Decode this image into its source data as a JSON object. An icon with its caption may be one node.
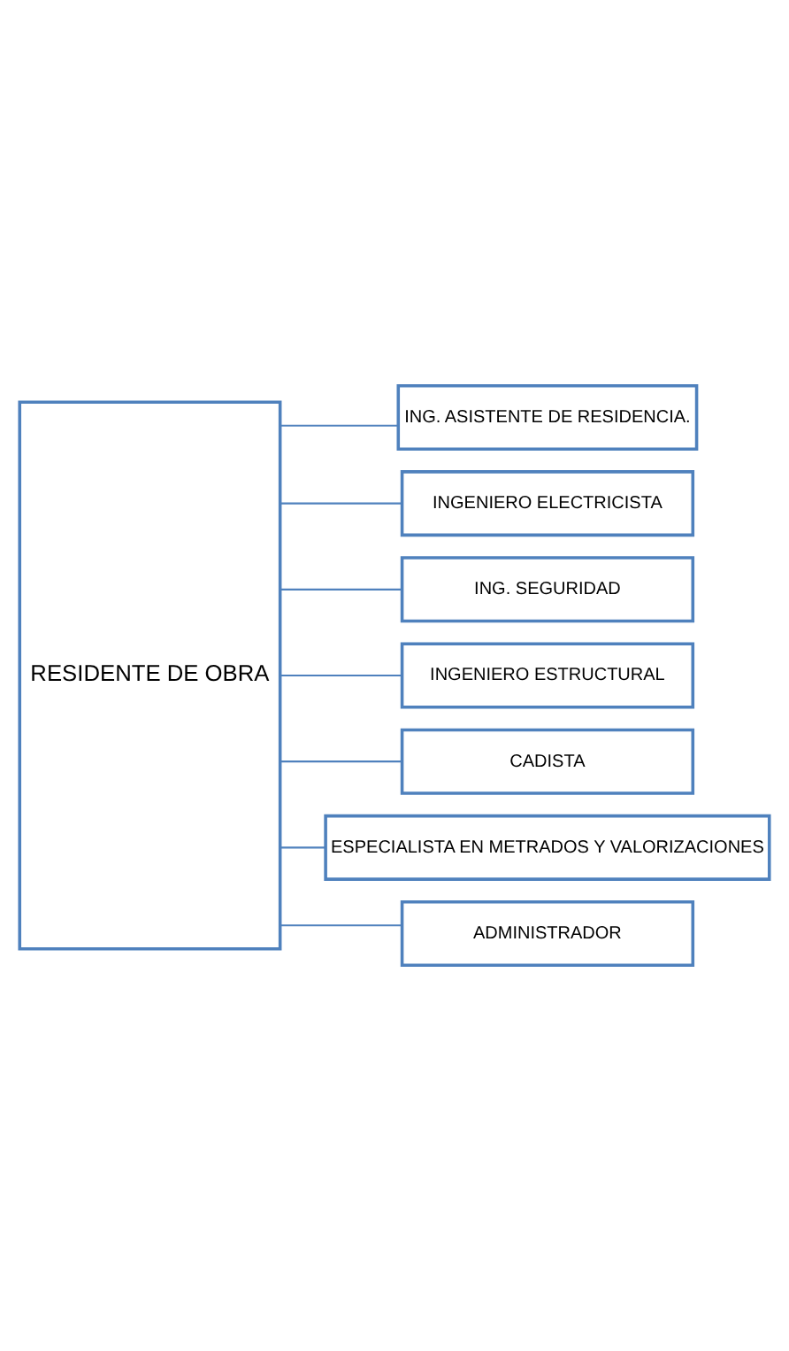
{
  "diagram": {
    "nodes": [
      {
        "text": [
          "RESIDENTE DE OBRA"
        ]
      },
      {
        "text": [
          "ING. ASISTENTE DE RESIDENCIA."
        ]
      },
      {
        "text": [
          "INGENIERO ELECTRICISTA"
        ]
      },
      {
        "text": [
          "ING. SEGURIDAD"
        ]
      },
      {
        "text": [
          "INGENIERO ESTRUCTURAL"
        ]
      },
      {
        "text": [
          "CADISTA"
        ]
      },
      {
        "text": [
          "ESPECIALISTA EN METRADOS Y VALORIZACIONES"
        ]
      },
      {
        "text": [
          "ADMINISTRADOR"
        ]
      }
    ],
    "edges": [
      {
        "from": 0,
        "to": 1,
        "arrow": "none"
      },
      {
        "from": 0,
        "to": 2,
        "arrow": "none"
      },
      {
        "from": 0,
        "to": 3,
        "arrow": "none"
      },
      {
        "from": 0,
        "to": 4,
        "arrow": "none"
      },
      {
        "from": 0,
        "to": 5,
        "arrow": "none"
      },
      {
        "from": 0,
        "to": 6,
        "arrow": "none"
      },
      {
        "from": 0,
        "to": 7,
        "arrow": "none"
      }
    ]
  }
}
